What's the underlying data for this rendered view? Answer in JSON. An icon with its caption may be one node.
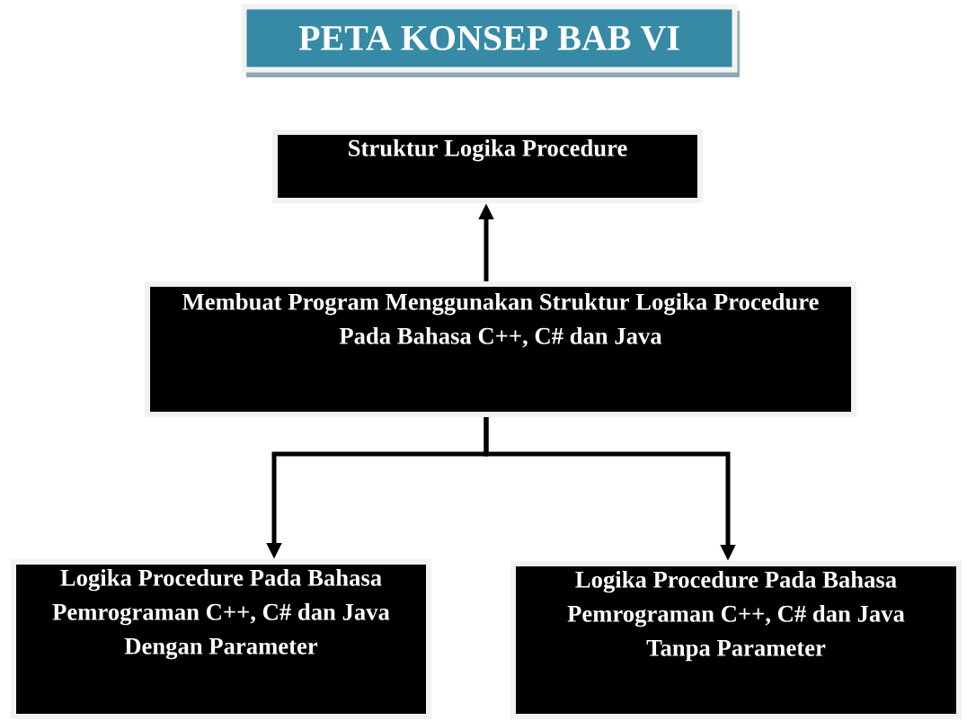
{
  "diagram": {
    "title": "PETA KONSEP BAB VI",
    "nodes": [
      {
        "text": [
          "Struktur Logika Procedure"
        ]
      },
      {
        "text": [
          "Membuat Program Menggunakan Struktur Logika Procedure Pada Bahasa C++, C# dan Java"
        ]
      },
      {
        "text": [
          "Logika Procedure Pada Bahasa Pemrograman C++, C# dan Java Dengan Parameter"
        ]
      },
      {
        "text": [
          "Logika Procedure Pada Bahasa Pemrograman C++, C# dan Java Tanpa Parameter"
        ]
      }
    ],
    "edges": [
      {
        "from": 1,
        "to": 0,
        "arrow": "to"
      },
      {
        "from": 1,
        "to": 2,
        "arrow": "to"
      },
      {
        "from": 1,
        "to": 3,
        "arrow": "to"
      }
    ]
  }
}
